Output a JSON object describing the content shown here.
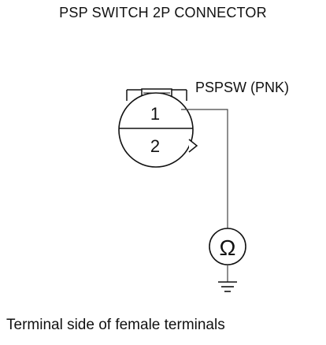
{
  "title": "PSP SWITCH 2P CONNECTOR",
  "connector": {
    "terminal_1": "1",
    "terminal_2": "2"
  },
  "wire_label": "PSPSW (PNK)",
  "meter_symbol": "Ω",
  "footer": "Terminal side of female terminals"
}
